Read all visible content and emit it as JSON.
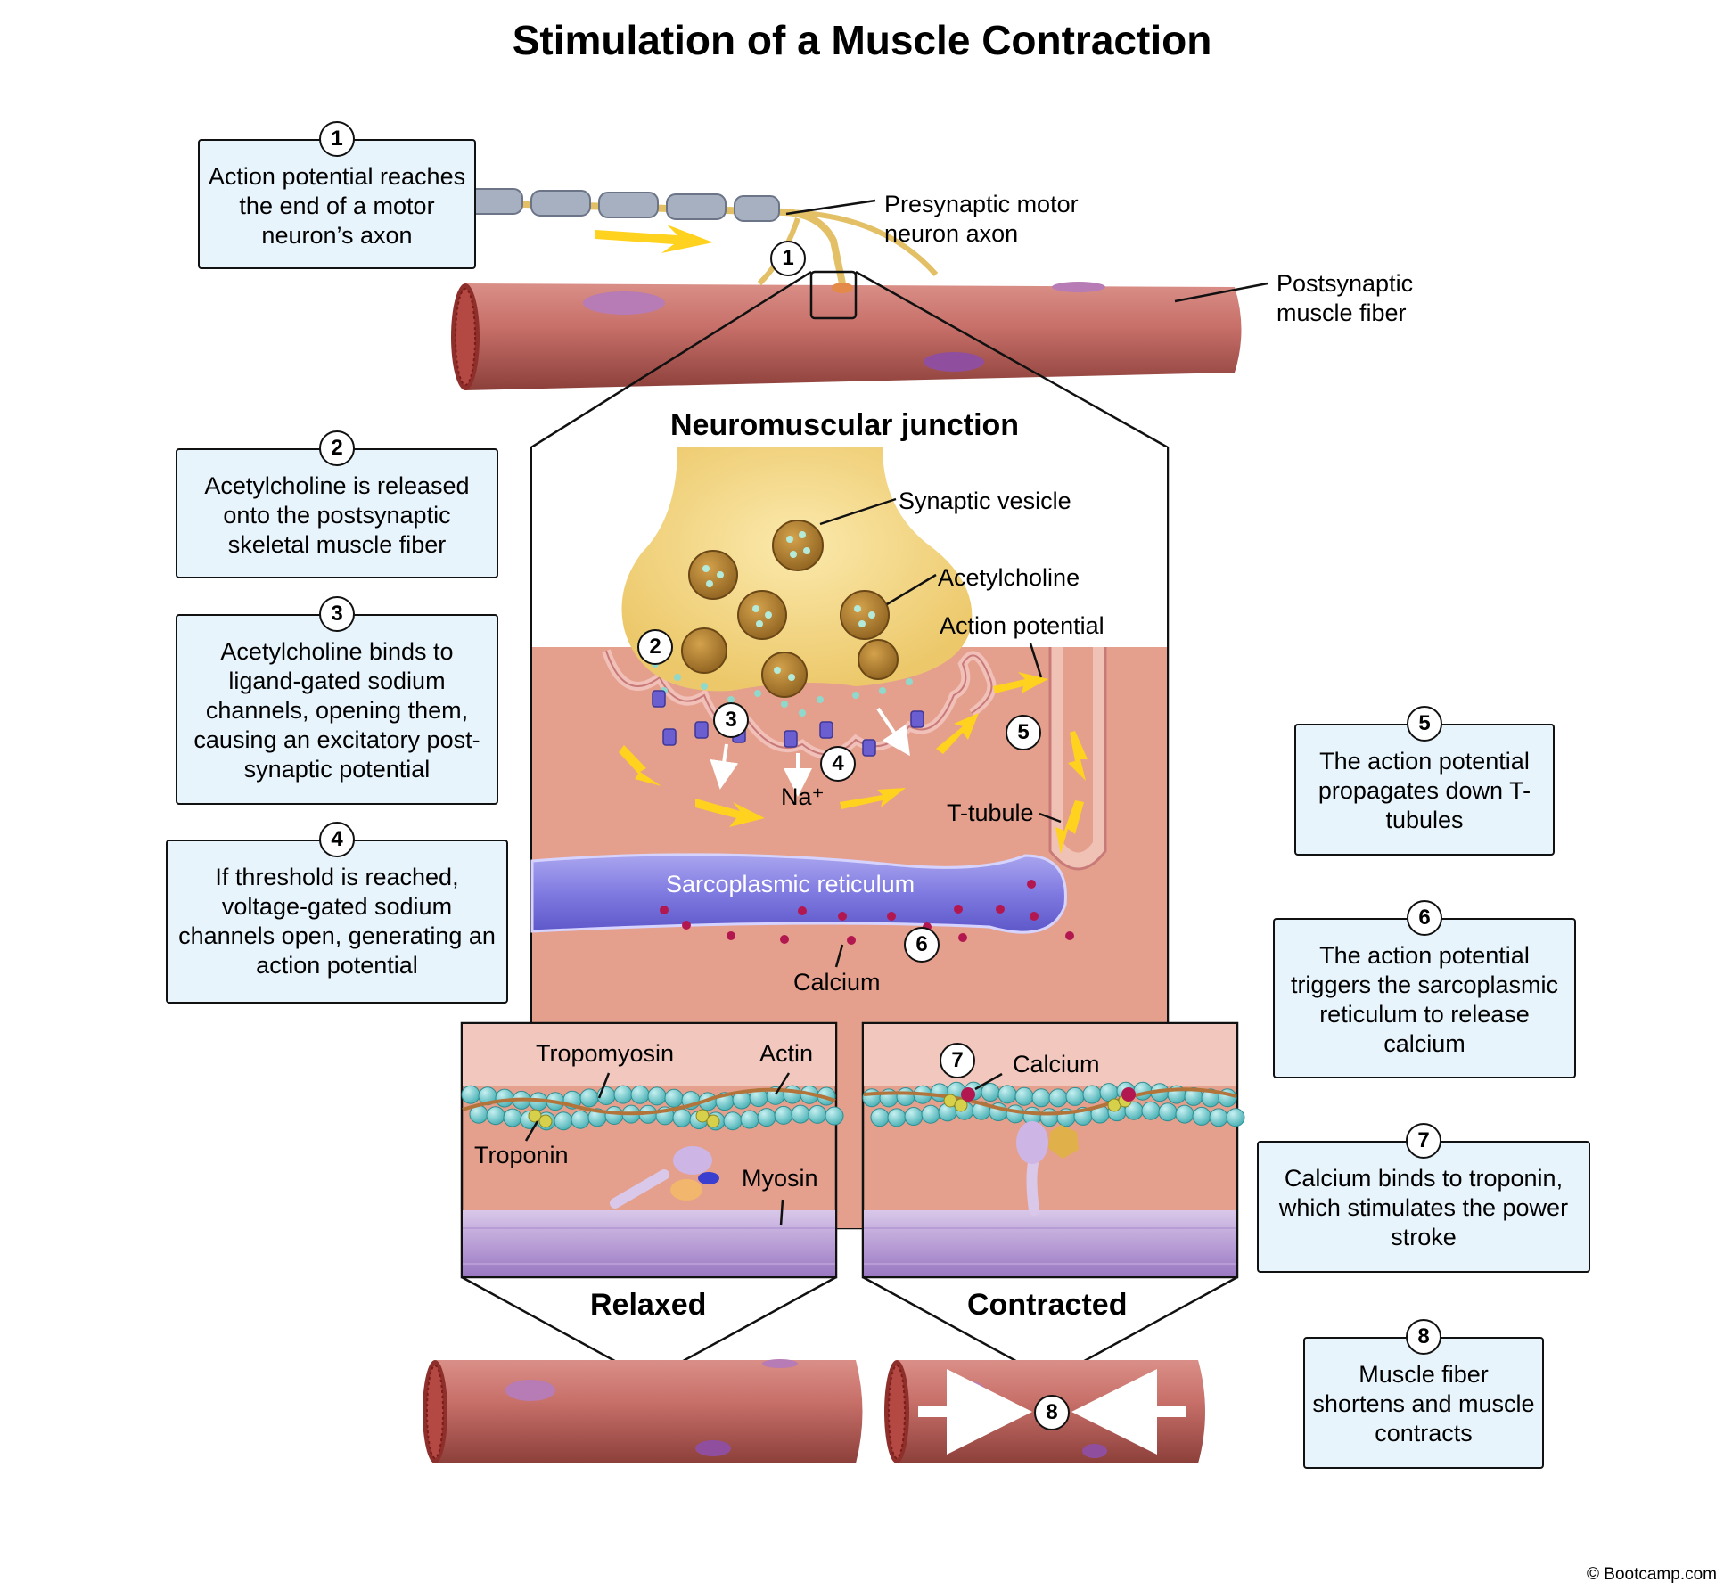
{
  "title": "Stimulation of a Muscle Contraction",
  "steps": [
    {
      "num": "1",
      "text": "Action potential reaches the end of a motor neuron’s axon"
    },
    {
      "num": "2",
      "text": "Acetylcholine is released onto the postsynaptic skeletal muscle fiber"
    },
    {
      "num": "3",
      "text": "Acetylcholine binds to ligand-gated sodium channels, opening them, causing an excitatory post-synaptic potential"
    },
    {
      "num": "4",
      "text": "If threshold is reached, voltage-gated sodium channels open, generating an action potential"
    },
    {
      "num": "5",
      "text": "The action potential propagates down T-tubules"
    },
    {
      "num": "6",
      "text": "The action potential triggers the sarcoplasmic reticulum to release calcium"
    },
    {
      "num": "7",
      "text": "Calcium binds to troponin, which stimulates the power stroke"
    },
    {
      "num": "8",
      "text": "Muscle fiber shortens and muscle contracts"
    }
  ],
  "labels": {
    "presynaptic": "Presynaptic motor neuron axon",
    "postsynaptic": "Postsynaptic muscle fiber",
    "nmj": "Neuromuscular junction",
    "vesicle": "Synaptic vesicle",
    "acetylcholine": "Acetylcholine",
    "action_potential": "Action potential",
    "sodium": "Na⁺",
    "t_tubule": "T-tubule",
    "sr": "Sarcoplasmic reticulum",
    "calcium": "Calcium",
    "tropomyosin": "Tropomyosin",
    "actin": "Actin",
    "troponin": "Troponin",
    "myosin": "Myosin",
    "calcium2": "Calcium",
    "relaxed": "Relaxed",
    "contracted": "Contracted"
  },
  "copyright": "© Bootcamp.com",
  "colors": {
    "box_fill": "#e8f4fb",
    "muscle": "#c8706a",
    "tissue": "#e4a08c",
    "terminal": "#f3d98f",
    "sr": "#7f7ae0",
    "calcium": "#b3174f",
    "signal": "#ffd21f",
    "actin": "#7fd1d3"
  }
}
